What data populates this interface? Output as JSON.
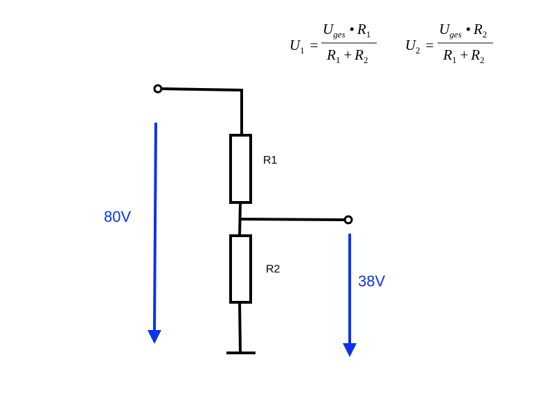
{
  "formulas": {
    "u1": {
      "lhs": "U",
      "lhs_sub": "1",
      "equals": "=",
      "num_var": "U",
      "num_var_sub": "ges",
      "dot": "•",
      "num_r": "R",
      "num_r_sub": "1",
      "den_r1": "R",
      "den_r1_sub": "1",
      "plus": "+",
      "den_r2": "R",
      "den_r2_sub": "2"
    },
    "u2": {
      "lhs": "U",
      "lhs_sub": "2",
      "equals": "=",
      "num_var": "U",
      "num_var_sub": "ges",
      "dot": "•",
      "num_r": "R",
      "num_r_sub": "2",
      "den_r1": "R",
      "den_r1_sub": "1",
      "plus": "+",
      "den_r2": "R",
      "den_r2_sub": "2"
    }
  },
  "components": {
    "r1_label": "R1",
    "r2_label": "R2"
  },
  "voltages": {
    "input": "80V",
    "output": "38V",
    "arrow_color": "#0a32f0"
  }
}
